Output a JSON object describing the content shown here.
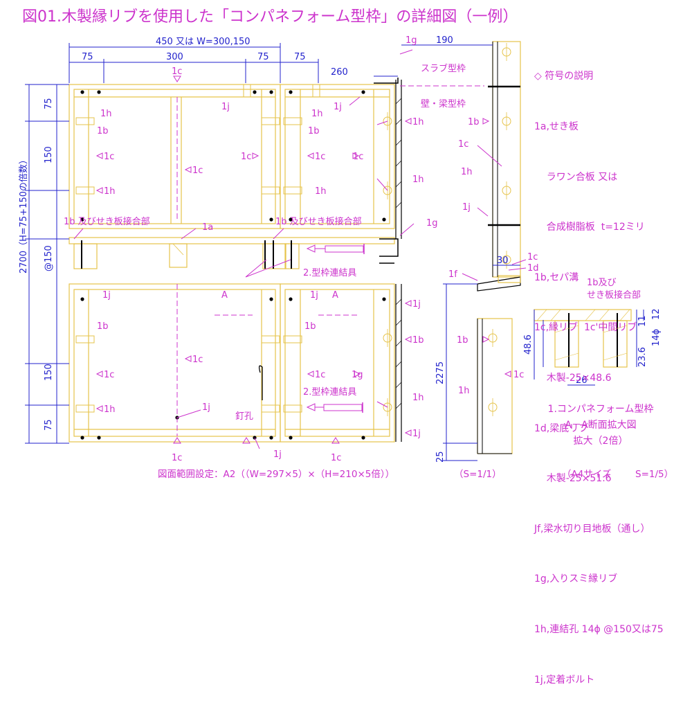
{
  "title": "図01.木製縁リブを使用した「コンパネフォーム型枠」の詳細図（一例）",
  "dimensions": {
    "top_total": "450 又は W=300,150",
    "top_75a": "75",
    "top_300": "300",
    "top_75b": "75",
    "top_75c": "75",
    "dim_190": "190",
    "dim_260": "260",
    "left_75a": "75",
    "left_150a": "150",
    "left_total": "2700（H=75+150の倍数）",
    "left_150b": "@150",
    "left_150c": "150",
    "left_75b": "75",
    "dim_2275": "2275",
    "dim_25": "25",
    "dim_30": "30",
    "detail_486": "48.6",
    "detail_26": "26",
    "detail_11": "11",
    "detail_12": "12",
    "detail_14": "14ϕ",
    "detail_236": "23.6"
  },
  "labels": {
    "1a": "1a",
    "1b": "1b",
    "1c": "1c",
    "1d": "1d",
    "1f": "1f",
    "1g": "1g",
    "1h": "1h",
    "1j": "1j",
    "joint_1b": "1b 及びせき板接合部",
    "joint_connector": "2.型枠連結具",
    "slab_form": "スラブ型枠",
    "wall_beam_form": "壁・梁型枠",
    "nail_hole": "釘孔",
    "section_mark": "A",
    "detail_joint_1": "1b及び",
    "detail_joint_2": "せき板接合部"
  },
  "legend": [
    "◇ 符号の説明",
    "1a,せき板",
    "    ラワン合板 又は",
    "    合成樹脂板  t=12ミリ",
    "1b,セパ溝",
    "1c,縁リブ  1c'中間リブ",
    "    木製-25×48.6",
    "1d,梁底リブ",
    "    木製-25×51.6",
    "Jf,梁水切り目地板（通し）",
    "1g,入りスミ縁リブ",
    "1h,連結孔 14ϕ @150又は75",
    "1j,定着ボルト"
  ],
  "caption": {
    "line1": "1.コンパネフォーム型枠",
    "line2": "A－A断面拡大図",
    "line3": "拡大（2倍）"
  },
  "footer": {
    "range": "図面範囲設定：A2（（W=297×5）×（H=210×5倍））",
    "scale_left": "（S=1/1）",
    "size": "（A4サイズ",
    "scale_right": "S=1/5）"
  },
  "colors": {
    "frame": "#e6c34a",
    "magenta": "#cc33cc",
    "blue": "#2222cc",
    "black": "#000000"
  }
}
